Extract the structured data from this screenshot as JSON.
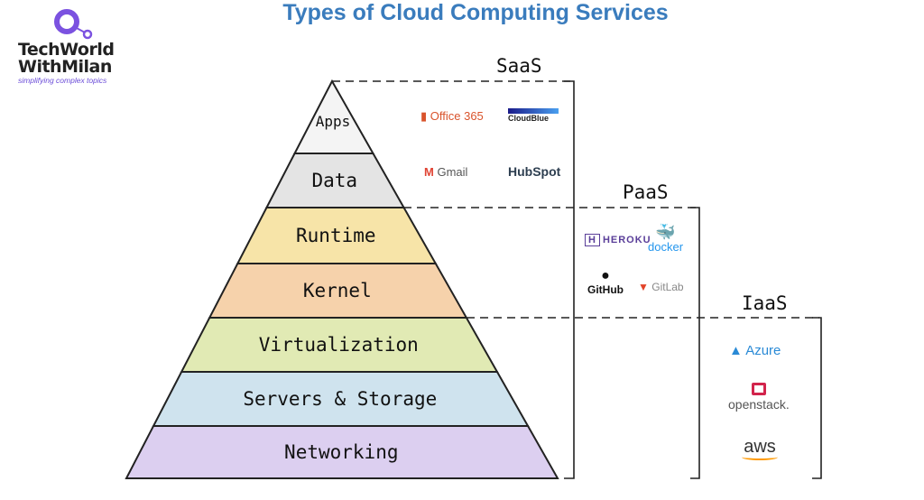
{
  "title": "Types of Cloud Computing Services",
  "logo": {
    "line1": "TechWorld",
    "line2": "WithMilan",
    "tagline": "simplifying complex topics"
  },
  "layers": [
    {
      "name": "Apps",
      "color": "#f4f4f4"
    },
    {
      "name": "Data",
      "color": "#e4e4e4"
    },
    {
      "name": "Runtime",
      "color": "#f7e4a8"
    },
    {
      "name": "Kernel",
      "color": "#f6d2ab"
    },
    {
      "name": "Virtualization",
      "color": "#e1eab4"
    },
    {
      "name": "Servers & Storage",
      "color": "#cfe3ee"
    },
    {
      "name": "Networking",
      "color": "#dccff0"
    }
  ],
  "tiers": {
    "saas": "SaaS",
    "paas": "PaaS",
    "iaas": "IaaS"
  },
  "brands": {
    "office": "Office 365",
    "cloudblue": "CloudBlue",
    "gmail": "Gmail",
    "hubspot": "HubSpot",
    "heroku": "HEROKU",
    "docker": "docker",
    "github": "GitHub",
    "gitlab": "GitLab",
    "azure": "Azure",
    "openstack": "openstack.",
    "aws": "aws"
  }
}
